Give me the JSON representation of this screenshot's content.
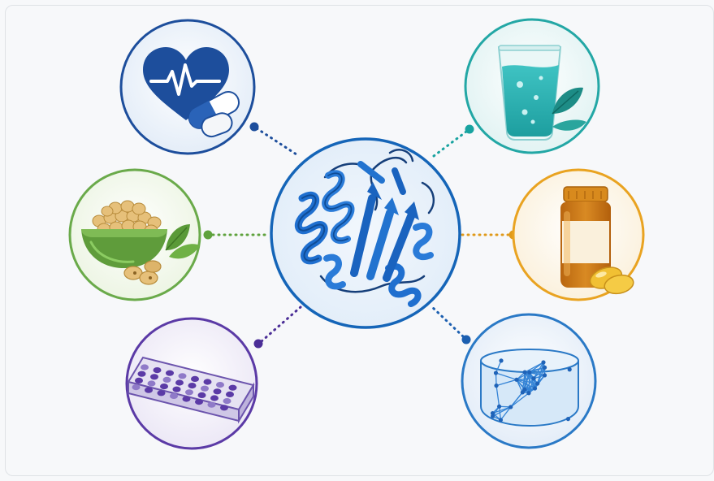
{
  "diagram": {
    "center": {
      "icon": "protein-ribbon-structure-icon",
      "ring_color": "#1565b8"
    },
    "nodes": [
      {
        "id": "medicine",
        "icon": "heart-pulse-with-capsules-icon",
        "ring_color": "#1d4e9c",
        "link_color": "#1d4e9c"
      },
      {
        "id": "food",
        "icon": "soybean-bowl-icon",
        "ring_color": "#6aaa4a",
        "link_color": "#5fa23d"
      },
      {
        "id": "assay",
        "icon": "microplate-icon",
        "ring_color": "#5b3aa6",
        "link_color": "#4b2e97"
      },
      {
        "id": "beverage",
        "icon": "water-glass-with-leaf-icon",
        "ring_color": "#23a7a5",
        "link_color": "#18a3a0"
      },
      {
        "id": "supplement",
        "icon": "supplement-bottle-with-softgels-icon",
        "ring_color": "#e9a321",
        "link_color": "#e09a1a"
      },
      {
        "id": "hydrogel",
        "icon": "hydrogel-network-icon",
        "ring_color": "#2a79c6",
        "link_color": "#1c5fb0"
      }
    ]
  }
}
